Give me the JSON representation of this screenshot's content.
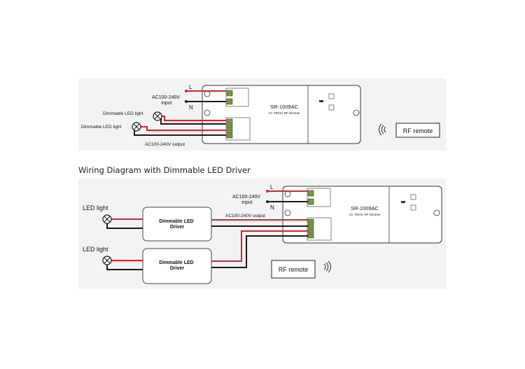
{
  "top_diagram": {
    "input_label": "AC100-240V\ninput",
    "phase_L": "L",
    "phase_N": "N",
    "load1_label": "Dimmable LED light",
    "load2_label": "Dimmable LED light",
    "output_label": "AC100-240V output",
    "device_model": "SR-1009AC",
    "device_subtitle": "AC TRIAC RF Dimmer",
    "remote_label": "RF remote"
  },
  "section_heading": "Wiring Diagram with Dimmable LED Driver",
  "bottom_diagram": {
    "input_label": "AC100-240V\ninput",
    "phase_L": "L",
    "phase_N": "N",
    "load1_label": "LED light",
    "load2_label": "LED light",
    "driver1_label": "Dimmable LED\nDriver",
    "driver2_label": "Dimmable LED\nDriver",
    "output_label": "AC100-240V output",
    "device_model": "SR-1009AC",
    "device_subtitle": "AC TRIAC RF Dimmer",
    "remote_label": "RF remote"
  },
  "colors": {
    "live_wire": "#d8232a",
    "neutral_wire": "#1a1a1a",
    "panel_bg": "#f3f3f3",
    "terminal_green": "#7a9a3a"
  }
}
